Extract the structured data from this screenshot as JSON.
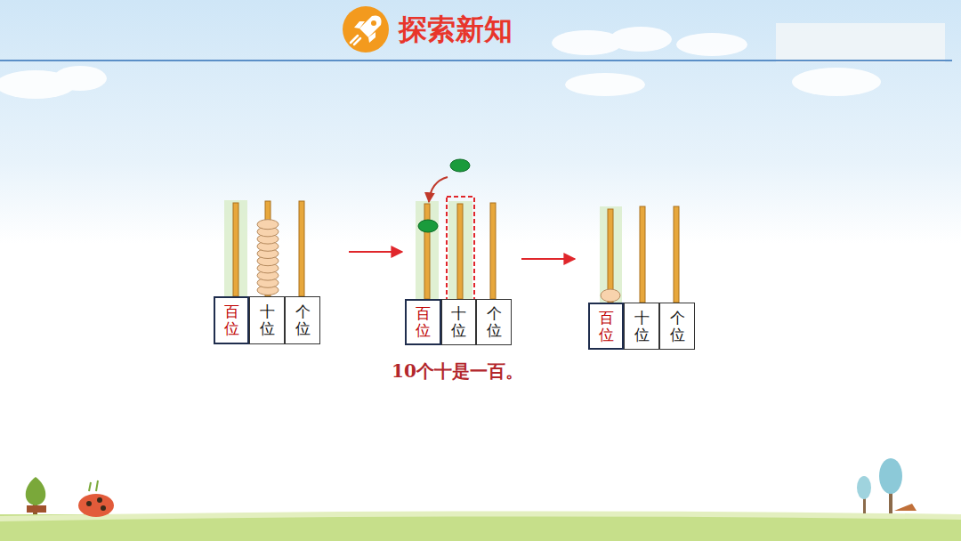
{
  "diagram": {
    "title": "探索新知",
    "caption": "10个十是一百。",
    "nodes": [
      {
        "text": [
          "百位"
        ]
      },
      {
        "text": [
          "十位"
        ]
      },
      {
        "text": [
          "个位"
        ]
      },
      {
        "text": [
          "百位"
        ]
      },
      {
        "text": [
          "十位"
        ]
      },
      {
        "text": [
          "个位"
        ]
      },
      {
        "text": [
          "百位"
        ]
      },
      {
        "text": [
          "十位"
        ]
      },
      {
        "text": [
          "个位"
        ]
      }
    ]
  }
}
